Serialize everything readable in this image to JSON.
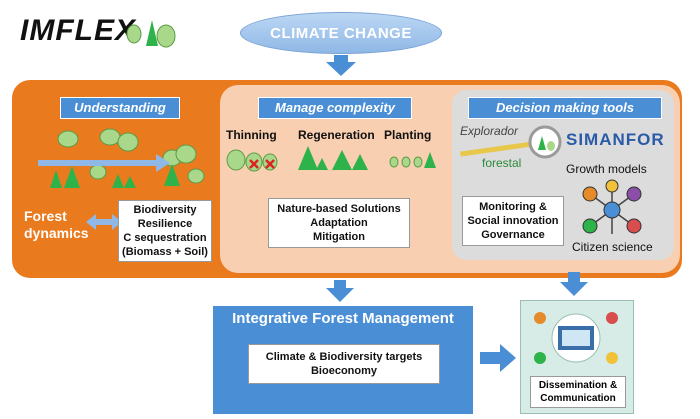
{
  "logo_text": "IMFLEX",
  "climate_change": "CLIMATE CHANGE",
  "understanding": {
    "header": "Understanding",
    "forest_dynamics": "Forest dynamics",
    "box_lines": [
      "Biodiversity",
      "Resilience",
      "C sequestration",
      "(Biomass + Soil)"
    ]
  },
  "manage": {
    "header": "Manage complexity",
    "thinning": "Thinning",
    "regeneration": "Regeneration",
    "planting": "Planting",
    "box_lines": [
      "Nature-based Solutions",
      "Adaptation",
      "Mitigation"
    ]
  },
  "tools": {
    "header": "Decision making tools",
    "explorador_line1": "Explorador",
    "explorador_line2": "forestal",
    "simanfor": "SIMANFOR",
    "growth_models": "Growth models",
    "box_lines": [
      "Monitoring &",
      "Social innovation",
      "Governance"
    ],
    "citizen_science": "Citizen science"
  },
  "ifm": {
    "title": "Integrative Forest Management",
    "box_lines": [
      "Climate & Biodiversity targets",
      "Bioeconomy"
    ]
  },
  "dissemination": {
    "lines": [
      "Dissemination &",
      "Communication"
    ]
  },
  "colors": {
    "orange": "#ea7a1e",
    "peach": "#f8cfb0",
    "blue": "#4a8fd6",
    "tree_green": "#2db34a",
    "crown_green": "#a9d88a"
  }
}
